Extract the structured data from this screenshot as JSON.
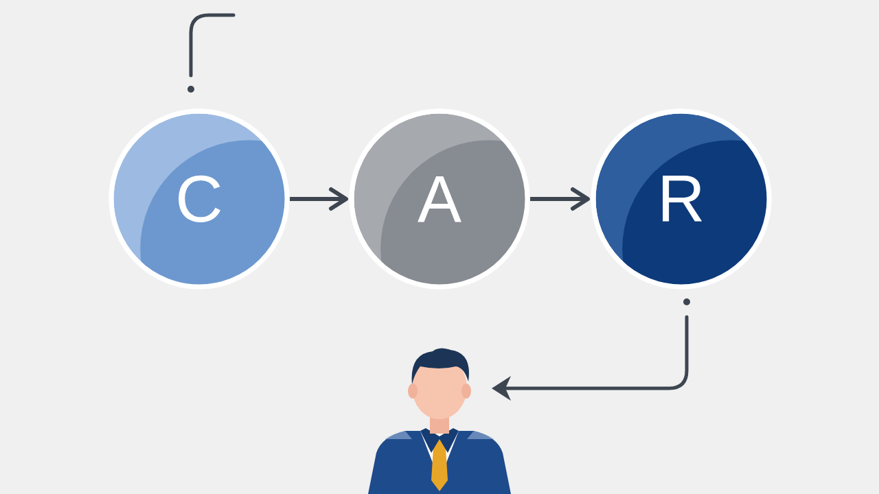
{
  "diagram": {
    "nodes": [
      {
        "text": [
          "C"
        ]
      },
      {
        "text": [
          "A"
        ]
      },
      {
        "text": [
          "R"
        ]
      }
    ],
    "edges": [
      {
        "from": 0,
        "to": 1,
        "arrow": "to"
      },
      {
        "from": 1,
        "to": 2,
        "arrow": "to"
      }
    ]
  }
}
